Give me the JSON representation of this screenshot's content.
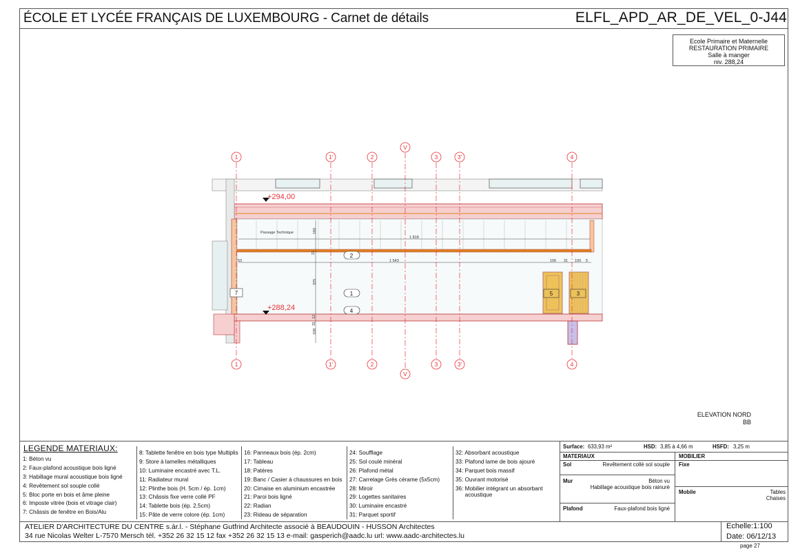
{
  "header": {
    "title": "ÉCOLE ET LYCÉE FRANÇAIS DE LUXEMBOURG - Carnet de détails",
    "code": "ELFL_APD_AR_DE_VEL_0-J44"
  },
  "room_info": {
    "line1": "Ecole Primaire et Maternelle",
    "line2": "RESTAURATION PRIMAIRE",
    "line3": "Salle à manger",
    "line4": "niv. 288,24"
  },
  "drawing": {
    "axes_top": [
      "1",
      "1'",
      "2",
      "V",
      "3",
      "3'",
      "4"
    ],
    "axes_bottom": [
      "1",
      "1'",
      "2",
      "V",
      "3",
      "3'",
      "4"
    ],
    "level_top": "+294,00",
    "level_bottom": "+288,24",
    "passage_label": "Passage Technique",
    "dim_1818": "1 818",
    "dim_1543": "1 543",
    "dim_53": "53",
    "dim_106": "106",
    "dim_31": "31",
    "dim_100": "100",
    "dim_5": "5",
    "dim_160": "160",
    "dim_21": "21",
    "dim_325": "325",
    "dim_108": "108",
    "dim_12": "12",
    "dim_31b": "31",
    "tag_2": "2",
    "tag_1": "1",
    "tag_4": "4",
    "tag_7": "7",
    "tag_5": "5",
    "tag_3": "3"
  },
  "elevation": {
    "name": "ELEVATION NORD",
    "ref": "BB"
  },
  "legend": {
    "title": "LEGENDE MATERIAUX:",
    "col1": [
      "1:  Béton vu",
      "2: Faux-plafond acoustique bois ligné",
      "3: Habillage mural acoustique bois ligné",
      "4: Revêtement sol souple collé",
      "5: Bloc porte en bois et âme pleine",
      "6: Imposte vitrée (bois et vitrage clair)",
      "7: Châssis de fenêtre en Bois/Alu"
    ],
    "col2": [
      "8: Tablette fenêtre en bois type Multiplis",
      "9: Store à lamelles métalliques",
      "10: Luminaire encastré avec T.L.",
      "11: Radiateur mural",
      "12: Plinthe bois  (H. 5cm / ép. 1cm)",
      "13: Châssis fixe verre collé PF",
      "14: Tablette bois (ép. 2,5cm)",
      "15: Pâte de verre colore (ép. 1cm)"
    ],
    "col3": [
      "16: Panneaux bois (ép. 2cm)",
      "17: Tableau",
      "18: Patères",
      "19: Banc / Casier à chaussures en bois",
      "20: Cimaise en aluminium encastrée",
      "21: Paroi bois ligné",
      "22: Radian",
      "23: Rideau de séparation"
    ],
    "col4": [
      "24: Soufflage",
      "25: Sol coulé minéral",
      "26: Plafond métal",
      "27: Carrelage Grès cérame (5x5cm)",
      "28: Miroir",
      "29: Logettes sanitaires",
      "30: Luminaire encastré",
      "31: Parquet sportif"
    ],
    "col5": [
      "32: Absorbant acoustique",
      "33: Plafond lame de bois ajouré",
      "34: Parquet bois massif",
      "35: Ouvrant motorisé",
      "36: Mobilier intégrant un absorbant",
      "      acoustique"
    ]
  },
  "specs": {
    "surface_label": "Surface:",
    "surface_value": "633,93 m²",
    "hsd_label": "HSD:",
    "hsd_value": "3,85 à 4,66 m",
    "hsfd_label": "HSFD:",
    "hsfd_value": "3,25 m",
    "materiaux_header": "MATERIAUX",
    "mobilier_header": "MOBILIER",
    "sol_label": "Sol",
    "sol_value": "Revêtement collé sol souple",
    "mur_label": "Mur",
    "mur_value1": "Béton vu",
    "mur_value2": "Habillage acoustique bois rainuré",
    "plafond_label": "Plafond",
    "plafond_value": "Faux-plafond bois ligné",
    "fixe_label": "Fixe",
    "mobile_label": "Mobile",
    "mobile_value1": "Tables",
    "mobile_value2": "Chaises"
  },
  "footer": {
    "line1": "ATELIER D'ARCHITECTURE DU CENTRE s.àr.l. - Stéphane Gutfrind Architecte associé à BEAUDOUIN - HUSSON Architectes",
    "line2": "34 rue Nicolas Welter   L-7570 Mersch   tél. +352 26 32 15 12   fax +352 26 32 15 13   e-mail: gasperich@aadc.lu   url: www.aadc-architectes.lu",
    "scale": "Echelle:1:100",
    "date": "Date: 06/12/13",
    "page": "page 27"
  },
  "colors": {
    "axis": "#e8323c",
    "wall": "#f0c4c4",
    "wood": "#e8c34a",
    "frame": "#555555"
  }
}
